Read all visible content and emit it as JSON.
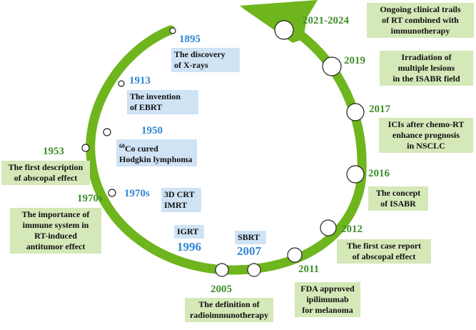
{
  "colors": {
    "arc": "#6eb51e",
    "blue_year": "#2e86d4",
    "green_year": "#3f8f2a",
    "blue_box": "#cfe3f5",
    "green_box": "#d5e8b8"
  },
  "events": [
    {
      "id": "1895",
      "year": "1895",
      "lines": [
        "The discovery",
        "of X-rays"
      ]
    },
    {
      "id": "1913",
      "year": "1913",
      "lines": [
        "The invention",
        "of EBRT"
      ]
    },
    {
      "id": "1950",
      "year": "1950",
      "sup": "60",
      "lines": [
        "Co cured",
        "Hodgkin lymphoma"
      ]
    },
    {
      "id": "1953",
      "year": "1953",
      "lines": [
        "The first description",
        "of abscopal effect"
      ]
    },
    {
      "id": "1970s-blue",
      "year": "1970s",
      "lines": [
        "3D CRT",
        "IMRT"
      ]
    },
    {
      "id": "1970s-green",
      "year": "1970s",
      "lines": [
        "The importance of",
        "immune system in",
        "RT-induced",
        "antitumor effect"
      ]
    },
    {
      "id": "1996",
      "year": "1996",
      "lines": [
        "IGRT"
      ]
    },
    {
      "id": "2005",
      "year": "2005",
      "lines": [
        "The definition of",
        "radioimmunotherapy"
      ]
    },
    {
      "id": "2007",
      "year": "2007",
      "lines": [
        "SBRT"
      ]
    },
    {
      "id": "2011",
      "year": "2011",
      "lines": [
        "FDA approved",
        "ipilimumab",
        "for melanoma"
      ]
    },
    {
      "id": "2012",
      "year": "2012",
      "lines": [
        "The first case report",
        "of abscopal effect"
      ]
    },
    {
      "id": "2016",
      "year": "2016",
      "lines": [
        "The concept",
        "of ISABR"
      ]
    },
    {
      "id": "2017",
      "year": "2017",
      "lines": [
        "ICIs after chemo-RT",
        "enhance prognosis",
        "in NSCLC"
      ]
    },
    {
      "id": "2019",
      "year": "2019",
      "lines": [
        "Irradiation of",
        "multiple lesions",
        "in the ISABR field"
      ]
    },
    {
      "id": "2021-2024",
      "year": "2021-2024",
      "lines": [
        "Ongoing clinical trails",
        "of RT combined with",
        "immunotherapy"
      ]
    }
  ]
}
